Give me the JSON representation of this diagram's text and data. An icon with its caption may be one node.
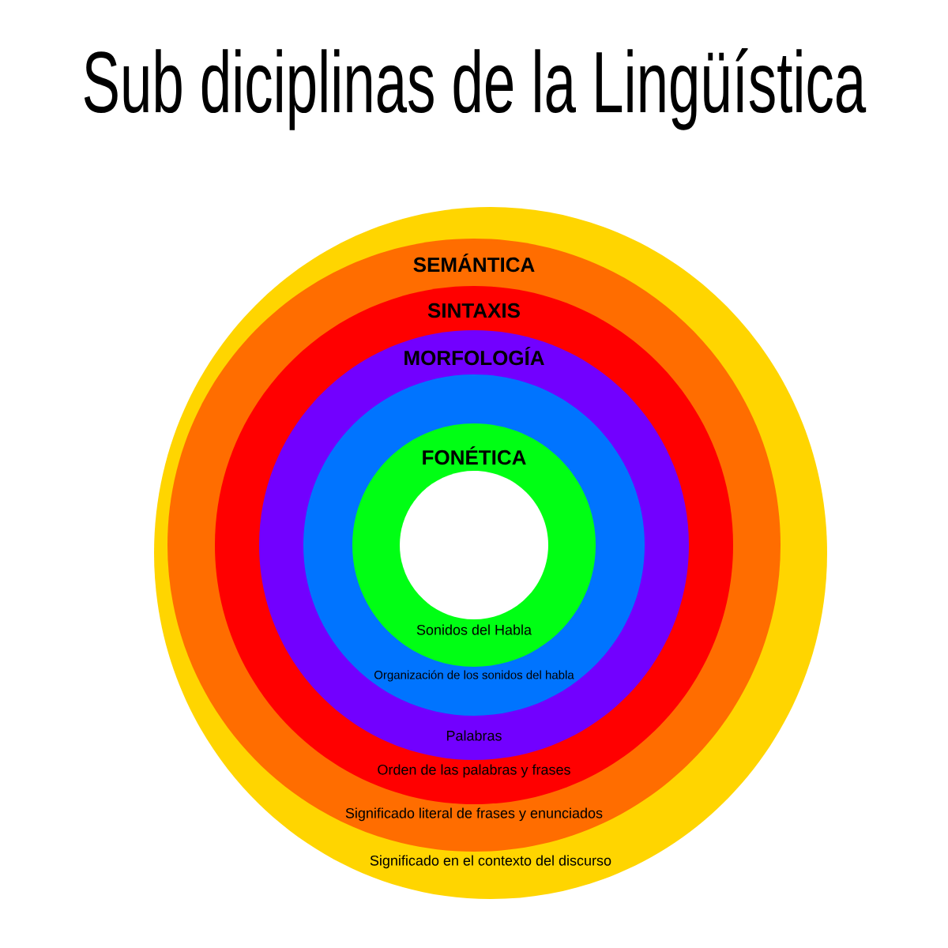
{
  "diagram": {
    "title": "Sub diciplinas de la Lingüística",
    "nodes": [
      {
        "text": [
          "Significado en el contexto del discurso"
        ]
      },
      {
        "text": [
          "SEMÁNTICA",
          "Significado literal de frases y enunciados"
        ],
        "in": 0
      },
      {
        "text": [
          "SINTAXIS",
          "Orden de las palabras y frases"
        ],
        "in": 1
      },
      {
        "text": [
          "MORFOLOGÍA",
          "Palabras"
        ],
        "in": 2
      },
      {
        "text": [
          "Organización de los sonidos del habla"
        ],
        "in": 3
      },
      {
        "text": [
          "FONÉTICA",
          "Sonidos del Habla"
        ],
        "in": 4
      },
      {
        "text": [],
        "shape": "circle",
        "in": 5
      }
    ]
  }
}
